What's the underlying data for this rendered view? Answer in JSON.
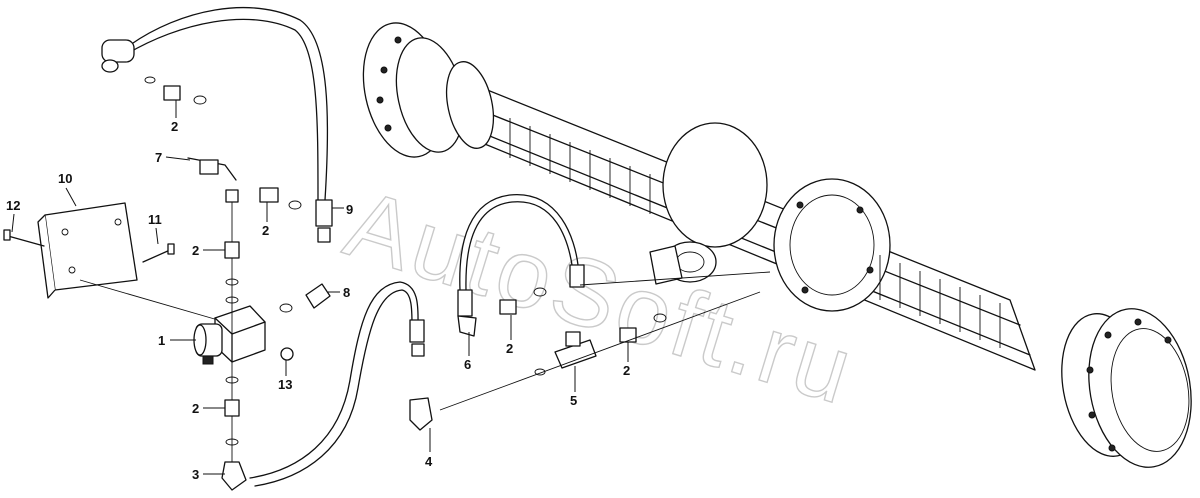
{
  "watermark": "AutoSoft.ru",
  "callouts": [
    {
      "id": "c1",
      "text": "1"
    },
    {
      "id": "c2a",
      "text": "2"
    },
    {
      "id": "c2b",
      "text": "2"
    },
    {
      "id": "c2c",
      "text": "2"
    },
    {
      "id": "c2d",
      "text": "2"
    },
    {
      "id": "c2e",
      "text": "2"
    },
    {
      "id": "c2f",
      "text": "2"
    },
    {
      "id": "c3",
      "text": "3"
    },
    {
      "id": "c4",
      "text": "4"
    },
    {
      "id": "c5",
      "text": "5"
    },
    {
      "id": "c6",
      "text": "6"
    },
    {
      "id": "c7",
      "text": "7"
    },
    {
      "id": "c8",
      "text": "8"
    },
    {
      "id": "c9",
      "text": "9"
    },
    {
      "id": "c10",
      "text": "10"
    },
    {
      "id": "c11",
      "text": "11"
    },
    {
      "id": "c12",
      "text": "12"
    },
    {
      "id": "c13",
      "text": "13"
    }
  ]
}
